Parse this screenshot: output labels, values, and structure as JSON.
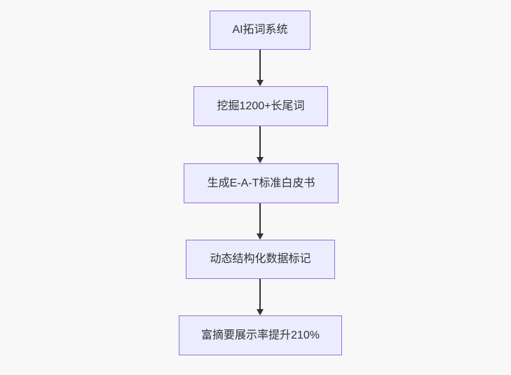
{
  "colors": {
    "background": "#f8f8f8",
    "node-fill": "#ECECFF",
    "node-border": "#9370DB",
    "node-text": "#333333",
    "edge": "#333333"
  },
  "flowchart": {
    "direction": "top-down",
    "nodes": [
      {
        "label": "AI拓词系统"
      },
      {
        "label": "挖掘1200+长尾词"
      },
      {
        "label": "生成E-A-T标准白皮书"
      },
      {
        "label": "动态结构化数据标记"
      },
      {
        "label": "富摘要展示率提升210%"
      }
    ]
  }
}
